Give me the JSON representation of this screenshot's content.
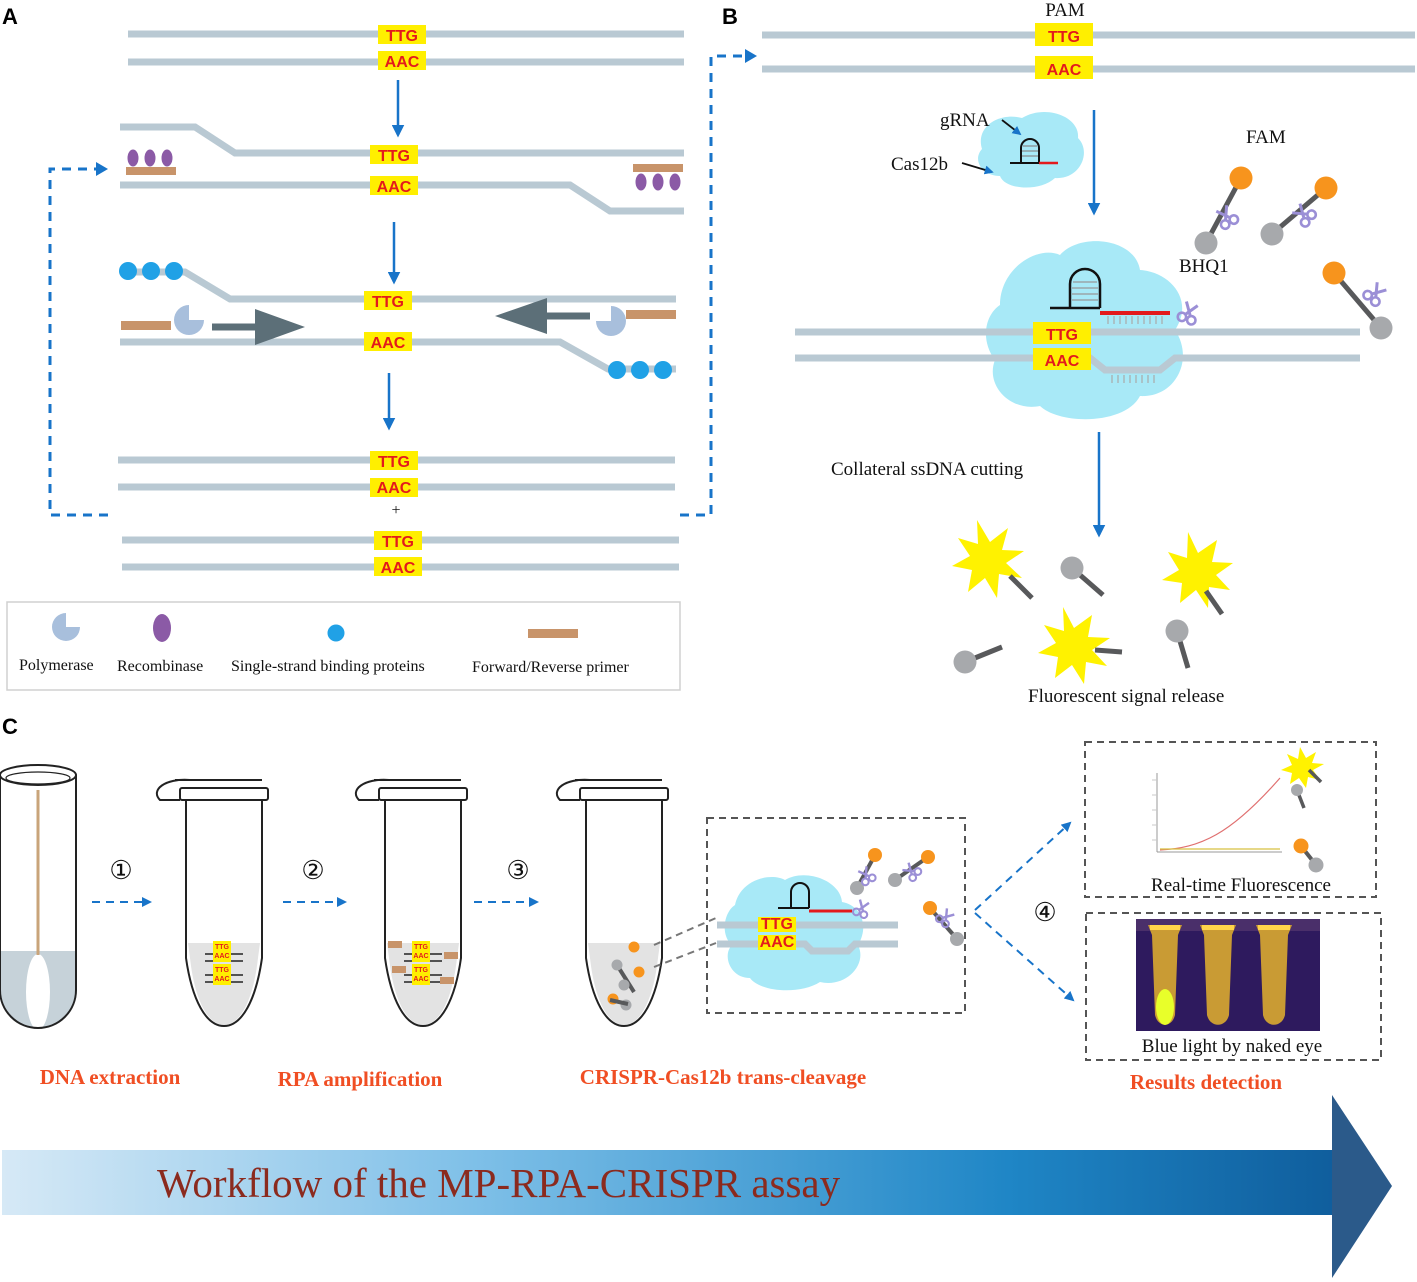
{
  "panels": {
    "a": "A",
    "b": "B",
    "c": "C"
  },
  "seq": {
    "top": "TTG",
    "bottom": "AAC"
  },
  "plus": "+",
  "legend": {
    "polymerase": "Polymerase",
    "recombinase": "Recombinase",
    "ssb": "Single-strand binding proteins",
    "primer": "Forward/Reverse primer"
  },
  "panelB": {
    "pam": "PAM",
    "grna": "gRNA",
    "cas": "Cas12b",
    "fam": "FAM",
    "bhq": "BHQ1",
    "collateral": "Collateral ssDNA cutting",
    "signal": "Fluorescent signal release"
  },
  "panelC": {
    "steps": [
      "①",
      "②",
      "③",
      "④"
    ],
    "stages": [
      "DNA extraction",
      "RPA amplification",
      "CRISPR-Cas12b trans-cleavage",
      "Results detection"
    ],
    "realtime": "Real-time Fluorescence",
    "bluelight": "Blue light by naked eye",
    "workflow": "Workflow of the MP-RPA-CRISPR assay"
  },
  "colors": {
    "strand": "#b9c9d3",
    "arrow": "#1874c9",
    "seq_box": "#ffef00",
    "seq_text": "#e31a1c",
    "cas_cloud": "#a8e9f7",
    "fam": "#f7941d",
    "bhq": "#a7a9ac",
    "scissors": "#9b8fd6",
    "stage_text": "#f04e23",
    "workflow_text": "#8b2a1e"
  },
  "icons": [
    "scissors-icon",
    "burst-icon",
    "arrow-icon",
    "tube-icon",
    "cloud-icon"
  ]
}
